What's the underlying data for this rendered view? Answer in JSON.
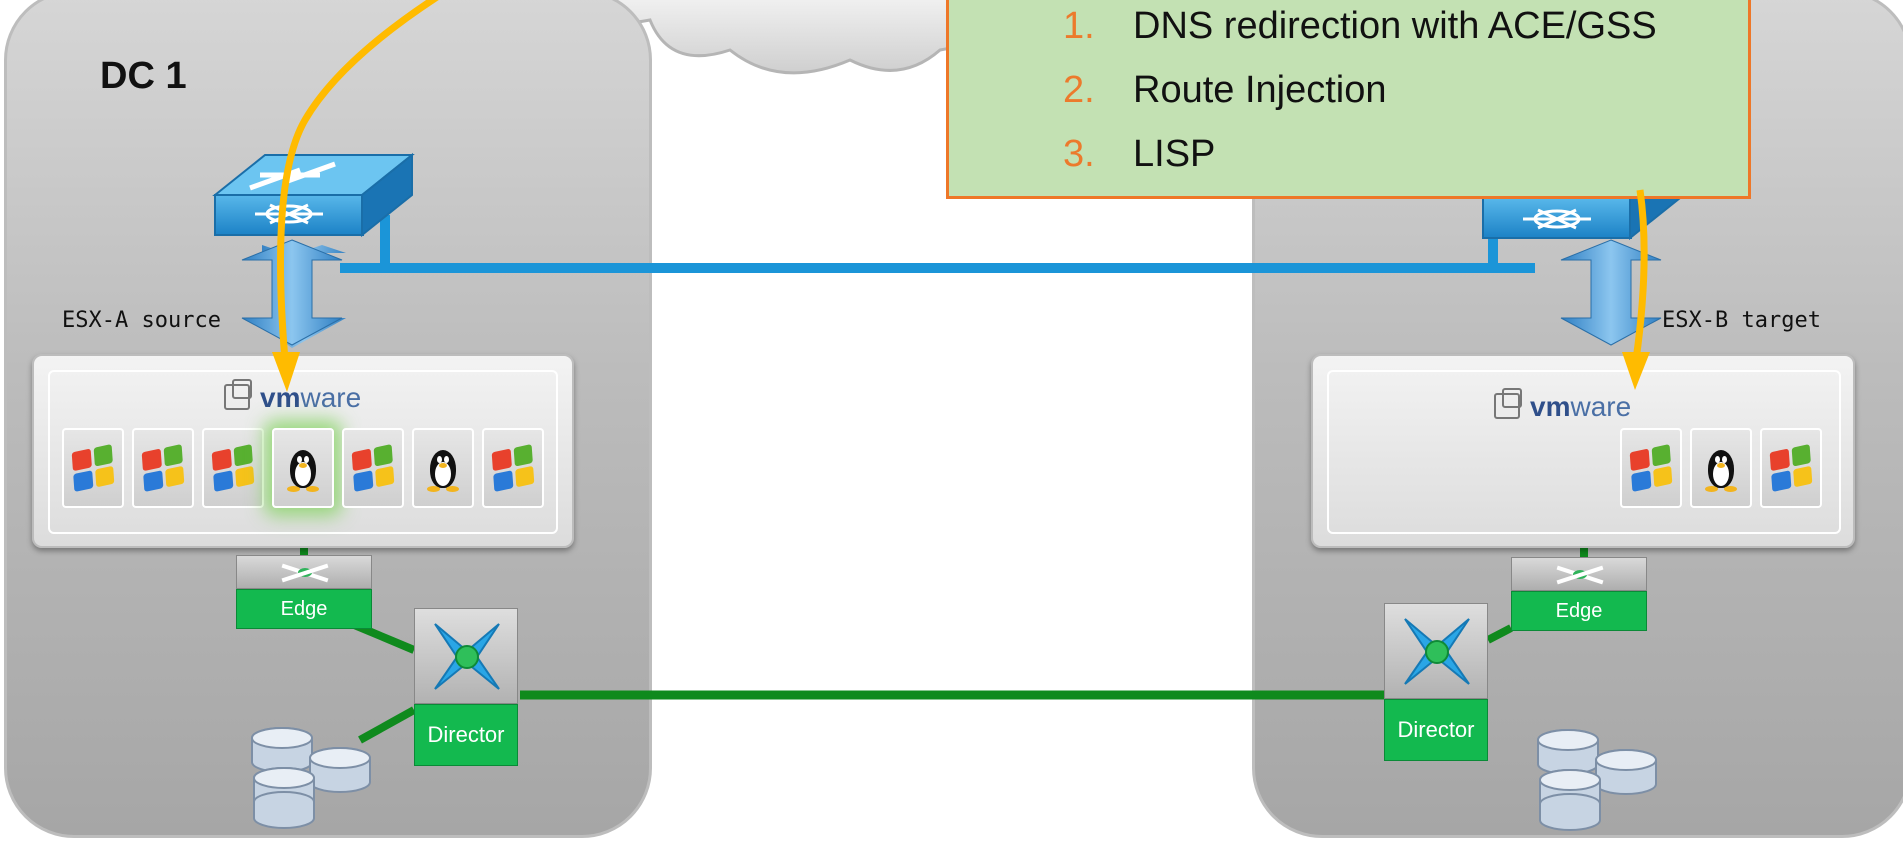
{
  "left_dc": {
    "label": "DC 1",
    "host_label": "ESX-A source",
    "vmware_brand_bold": "vm",
    "vmware_brand_rest": "ware",
    "edge_label": "Edge",
    "director_label": "Director",
    "vms": [
      "windows",
      "windows",
      "windows",
      "linux",
      "windows",
      "linux",
      "windows"
    ],
    "highlighted_vm_index": 3
  },
  "right_dc": {
    "host_label": "ESX-B target",
    "vmware_brand_bold": "vm",
    "vmware_brand_rest": "ware",
    "edge_label": "Edge",
    "director_label": "Director",
    "vms": [
      "windows",
      "linux",
      "windows"
    ]
  },
  "redirect_box": {
    "items": [
      {
        "num": "1.",
        "text": "DNS redirection with ACE/GSS"
      },
      {
        "num": "2.",
        "text": "Route Injection"
      },
      {
        "num": "3.",
        "text": "LISP"
      }
    ]
  },
  "colors": {
    "lan_link": "#1b95d8",
    "san_link": "#0f8a1d",
    "redirect_arrow": "#ffbb00",
    "box_fill": "#c3e1b3",
    "box_border": "#ee7728",
    "number": "#ec7a2c",
    "green_label": "#13b94f"
  },
  "icons": [
    "cloud",
    "lan-switch-icon",
    "double-arrow-icon",
    "windows-logo-icon",
    "tux-icon",
    "edge-switch-icon",
    "director-switch-icon",
    "database-icon",
    "vmware-logo-icon"
  ]
}
